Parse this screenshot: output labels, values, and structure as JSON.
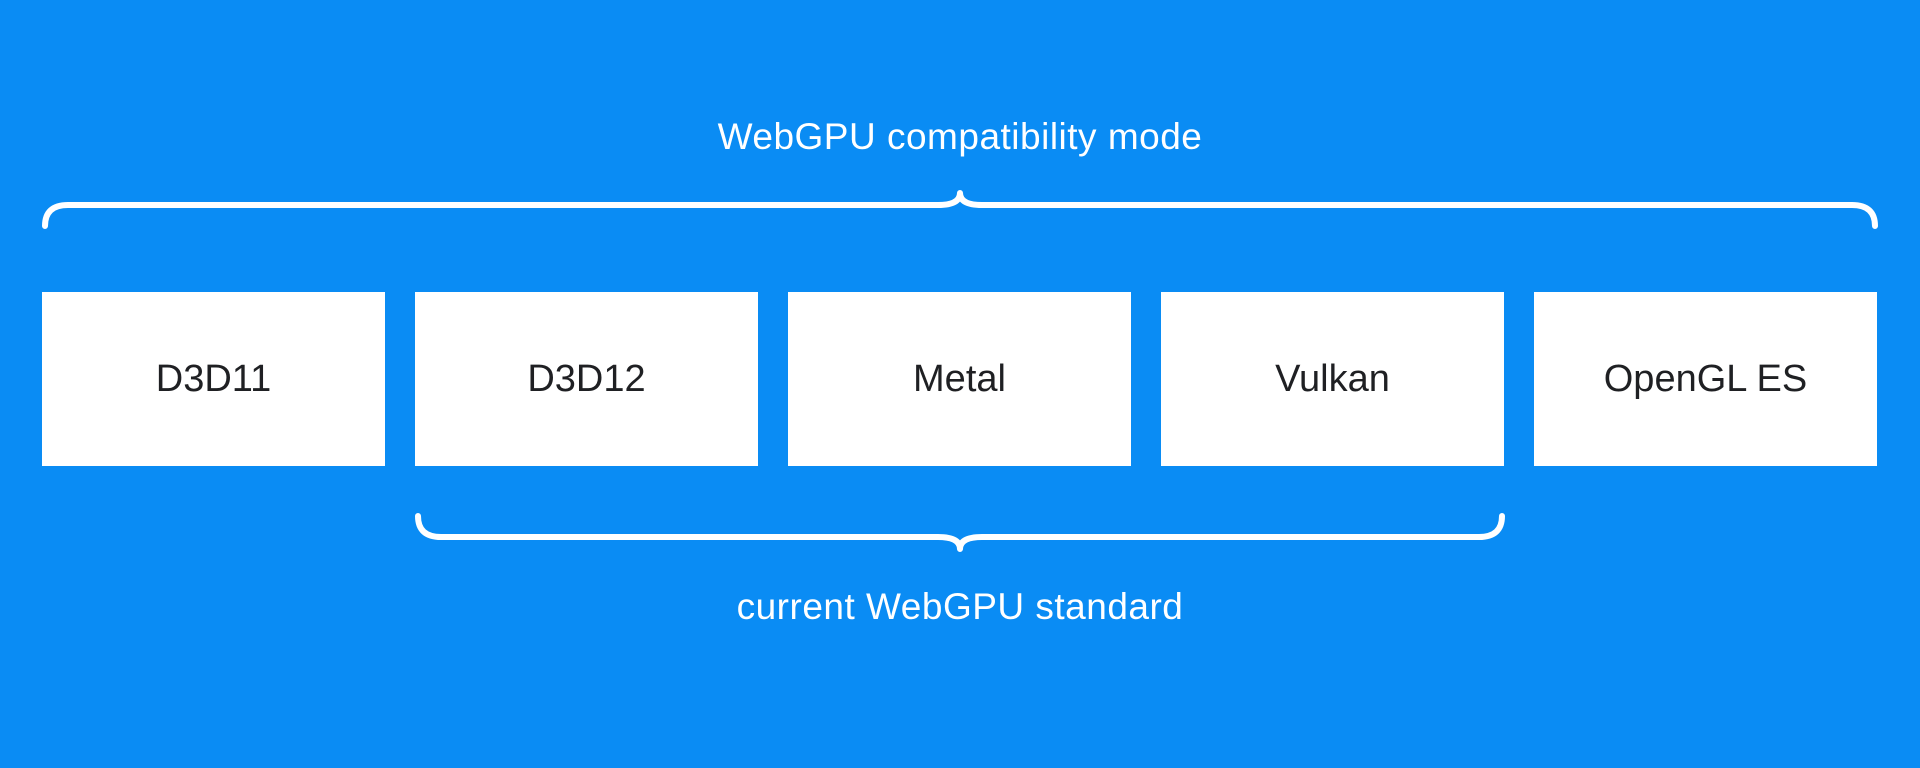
{
  "diagram": {
    "top_label": "WebGPU compatibility mode",
    "bottom_label": "current WebGPU standard",
    "boxes": [
      "D3D11",
      "D3D12",
      "Metal",
      "Vulkan",
      "OpenGL ES"
    ],
    "braces": {
      "top_brace_spans": "all five backend boxes",
      "bottom_brace_spans": "D3D12 through Vulkan"
    },
    "colors": {
      "background": "#0a8cf4",
      "box_background": "#ffffff",
      "box_text": "#1f2023",
      "label_text": "#ffffff",
      "brace_stroke": "#ffffff"
    }
  }
}
